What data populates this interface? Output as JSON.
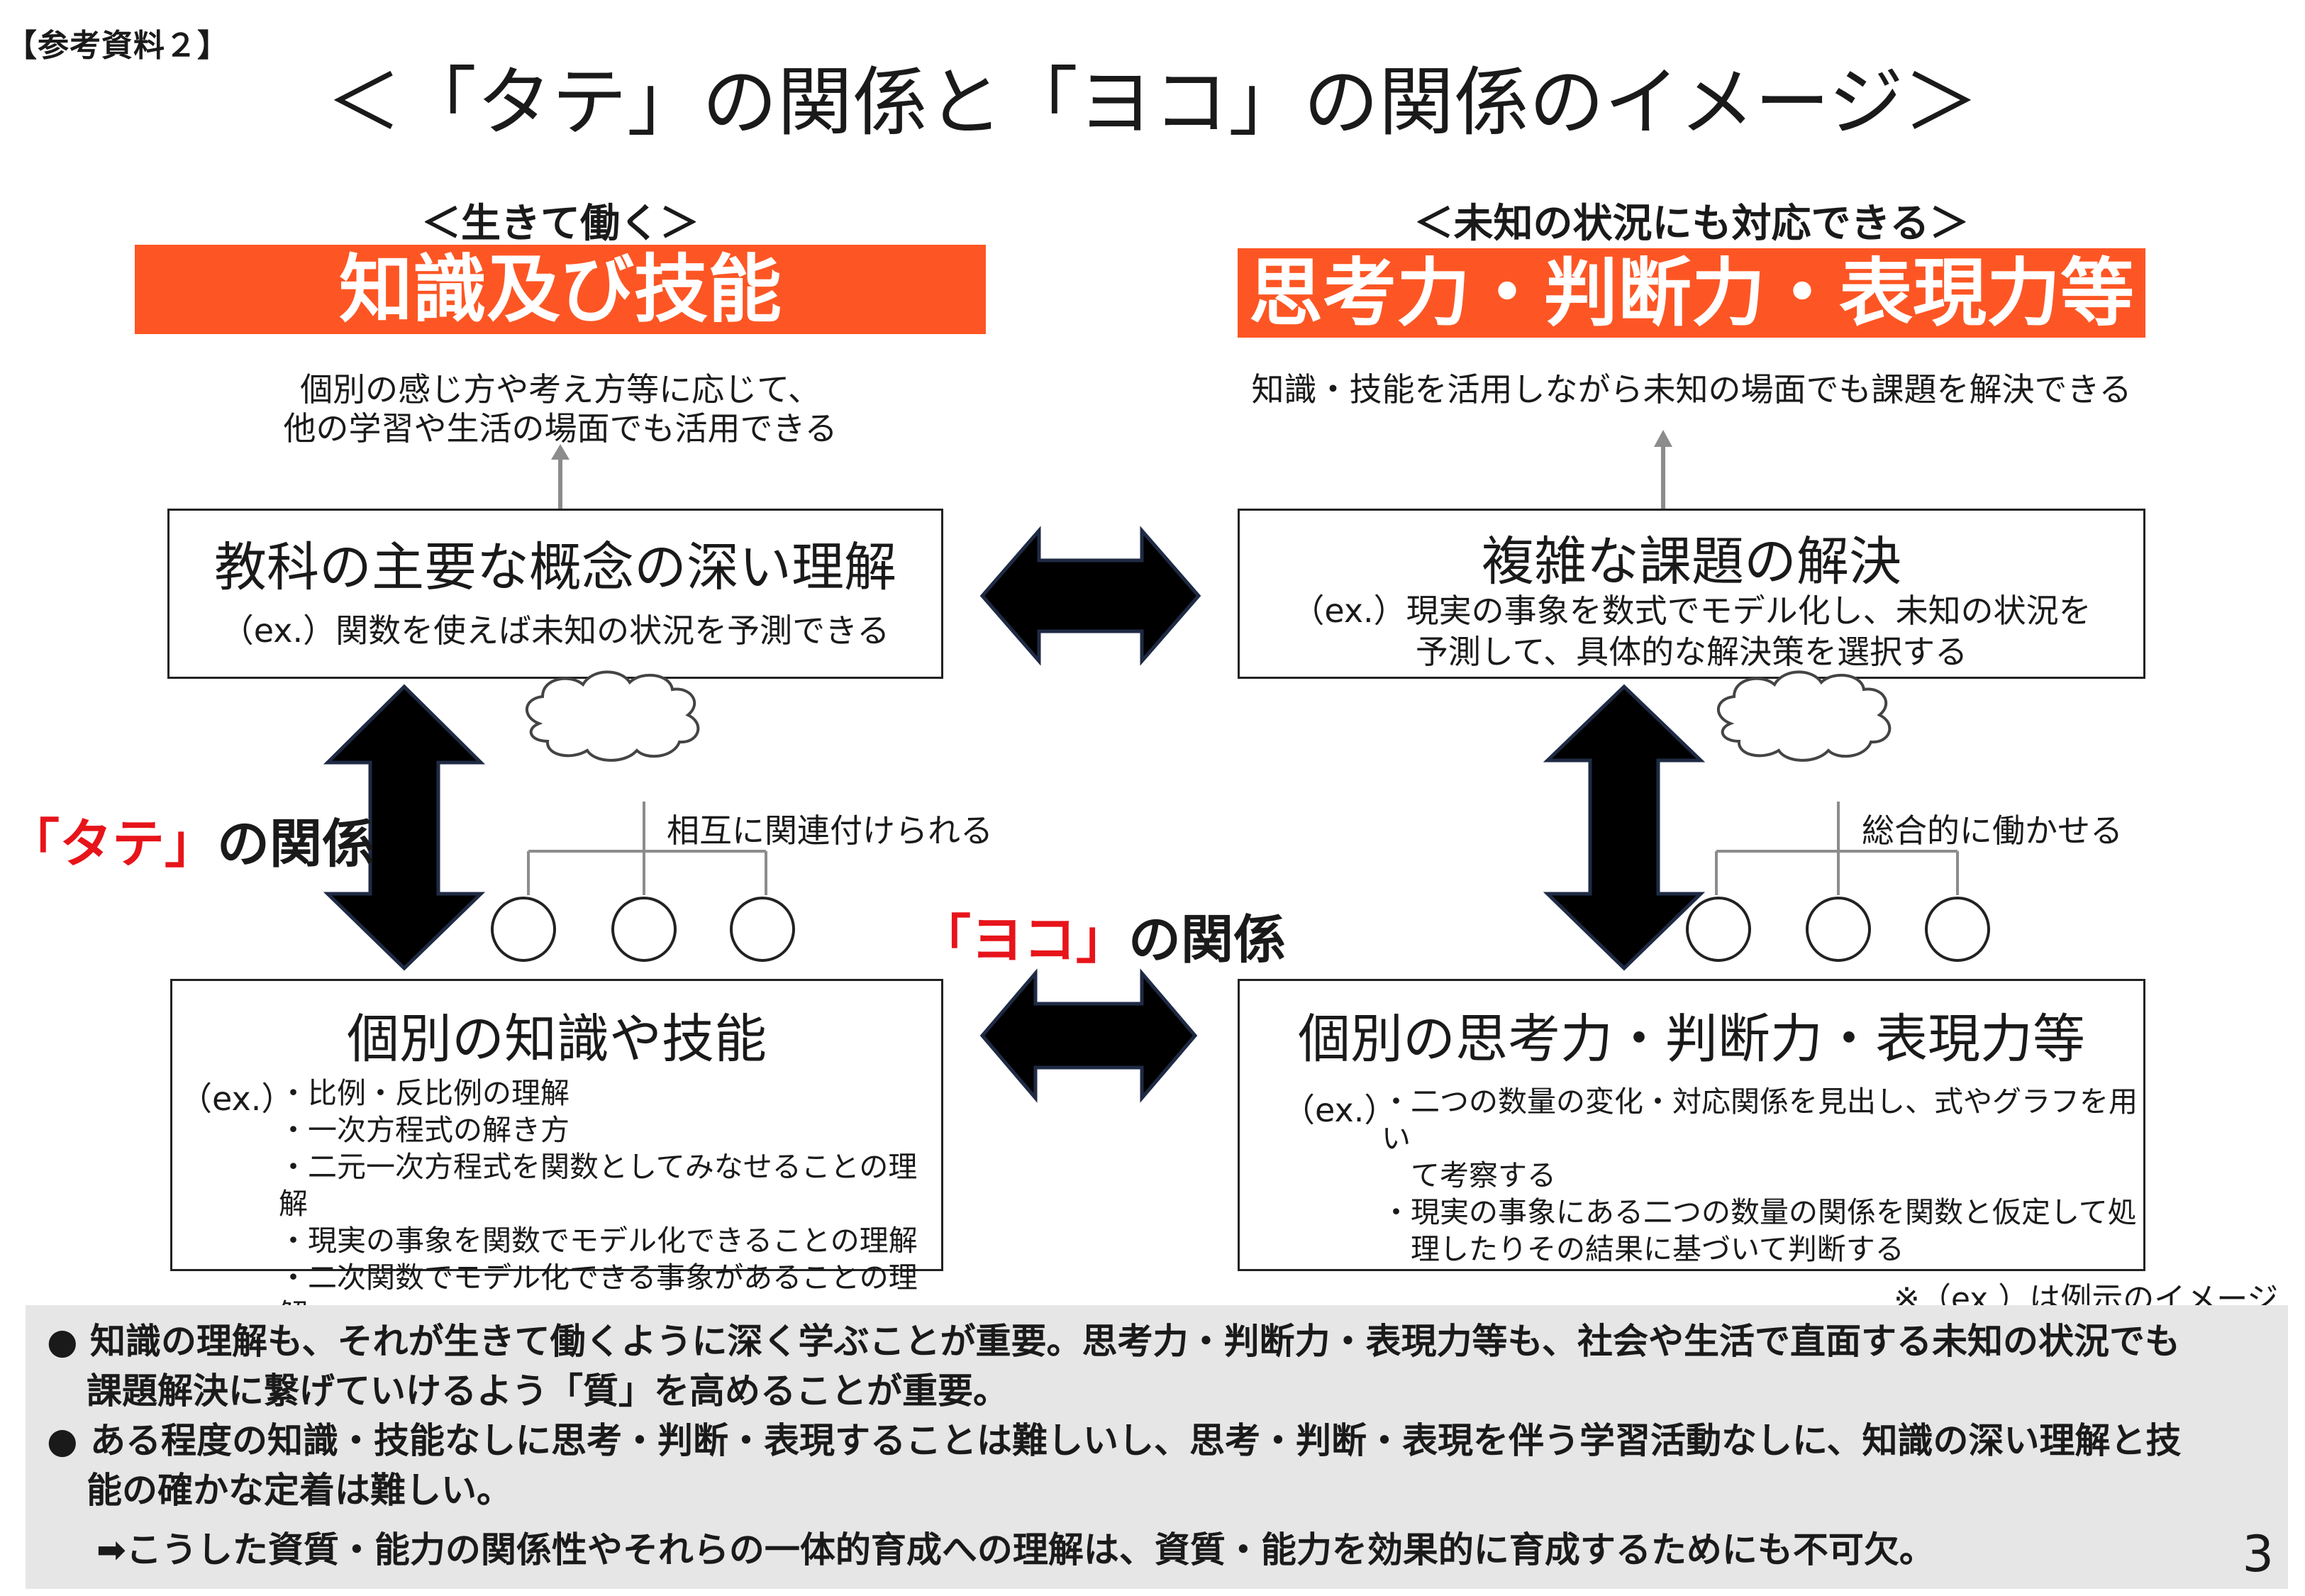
{
  "header": {
    "ref_label": "【参考資料２】",
    "title": "＜「タテ」の関係と「ヨコ」の関係のイメージ＞"
  },
  "left_column": {
    "subheading": "＜生きて働く＞",
    "banner": "知識及び技能",
    "note_lines": [
      "個別の感じ方や考え方等に応じて、",
      "他の学習や生活の場面でも活用できる"
    ],
    "top_box": {
      "title": "教科の主要な概念の深い理解",
      "example": "（ex.）関数を使えば未知の状況を予測できる"
    },
    "bottom_box": {
      "title": "個別の知識や技能",
      "ex_tag": "（ex.）",
      "items": [
        "・比例・反比例の理解",
        "・一次方程式の解き方",
        "・二元一次方程式を関数としてみなせることの理解",
        "・現実の事象を関数でモデル化できることの理解",
        "・二次関数でモデル化できる事象があることの理解"
      ]
    },
    "cloud_label": "相互に関連付けられる"
  },
  "right_column": {
    "subheading": "＜未知の状況にも対応できる＞",
    "banner": "思考力・判断力・表現力等",
    "note": "知識・技能を活用しながら未知の場面でも課題を解決できる",
    "top_box": {
      "title": "複雑な課題の解決",
      "example_lines": [
        "（ex.）現実の事象を数式でモデル化し、未知の状況を",
        "予測して、具体的な解決策を選択する"
      ]
    },
    "bottom_box": {
      "title": "個別の思考力・判断力・表現力等",
      "ex_tag": "（ex.）",
      "items": [
        "・二つの数量の変化・対応関係を見出し、式やグラフを用い",
        "　て考察する",
        "・現実の事象にある二つの数量の関係を関数と仮定して処",
        "　理したりその結果に基づいて判断する"
      ]
    },
    "cloud_label": "総合的に働かせる"
  },
  "relations": {
    "tate_red": "「タテ」",
    "tate_rest": "の関係",
    "yoko_red": "「ヨコ」",
    "yoko_rest": "の関係"
  },
  "footnote": "※（ex.）は例示のイメージ",
  "bottom_panel": {
    "bullet_1_line_1": "● 知識の理解も、それが生きて働くように深く学ぶことが重要。思考力・判断力・表現力等も、社会や生活で直面する未知の状況でも",
    "bullet_1_line_2": "課題解決に繋げていけるよう「質」を高めることが重要。",
    "bullet_2_line_1": "● ある程度の知識・技能なしに思考・判断・表現することは難しいし、思考・判断・表現を伴う学習活動なしに、知識の深い理解と技",
    "bullet_2_line_2": "能の確かな定着は難しい。",
    "conclusion": "➡こうした資質・能力の関係性やそれらの一体的育成への理解は、資質・能力を効果的に育成するためにも不可欠。"
  },
  "page_number": "3",
  "colors": {
    "banner_orange": "#fd5624",
    "relation_red": "#e7141a",
    "panel_gray": "#e6e6e6"
  }
}
